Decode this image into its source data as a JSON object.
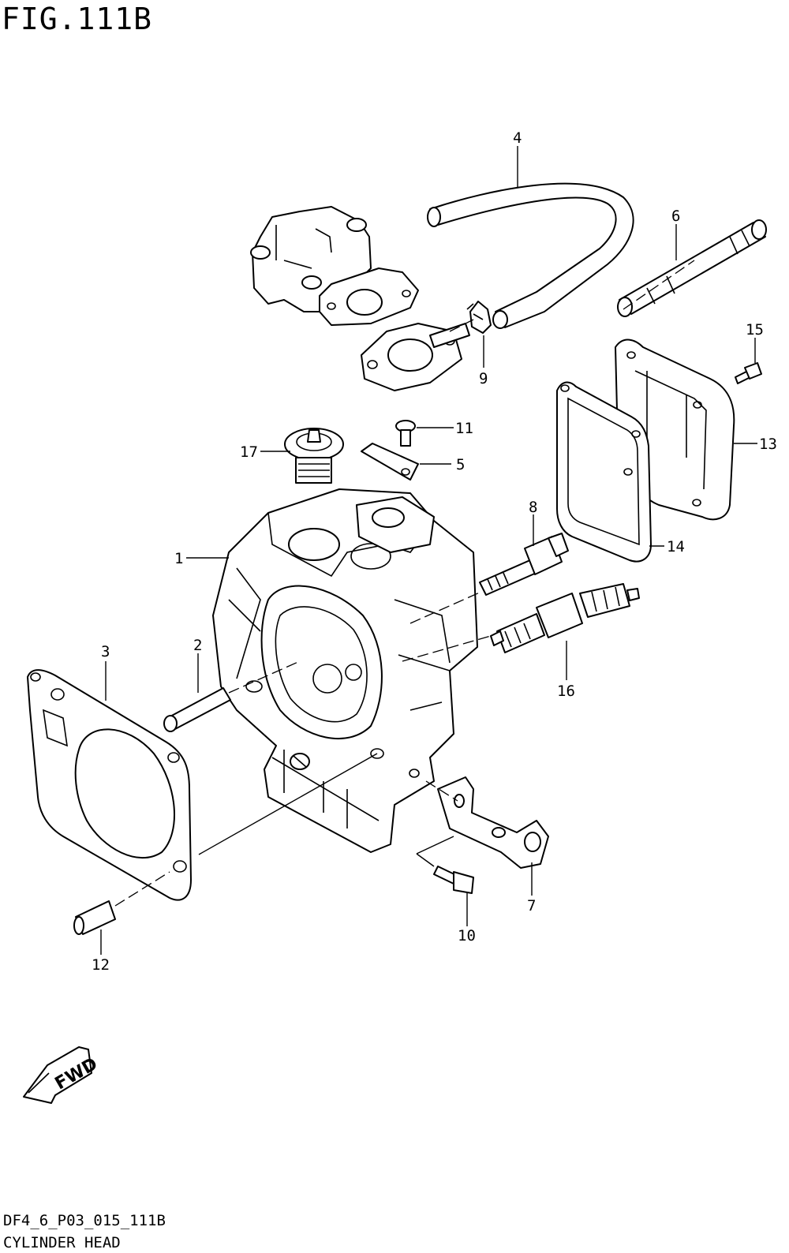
{
  "figure": {
    "title": "FIG.111B",
    "code": "DF4_6_P03_015_111B",
    "name": "CYLINDER HEAD"
  },
  "forward_arrow": {
    "label": "FWD"
  },
  "callouts": [
    "1",
    "2",
    "3",
    "4",
    "5",
    "6",
    "7",
    "8",
    "9",
    "10",
    "11",
    "12",
    "13",
    "14",
    "15",
    "16",
    "17"
  ]
}
